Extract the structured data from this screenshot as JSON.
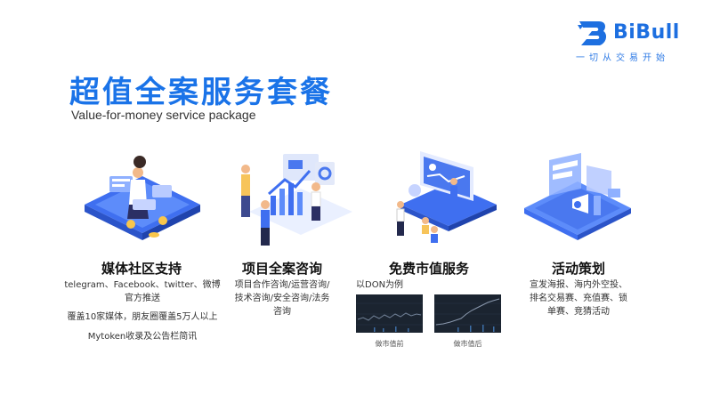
{
  "logo": {
    "name": "BiBull",
    "slogan": "一切从交易开始",
    "color": "#1d6fe0"
  },
  "title": "超值全案服务套餐",
  "subtitle": "Value-for-money service package",
  "accent_color": "#1a73e8",
  "columns": [
    {
      "title": "媒体社区支持",
      "lines": [
        "telegram、Facebook、twitter、微博",
        "官方推送",
        "覆盖10家媒体，朋友圈覆盖5万人以上",
        "Mytoken收录及公告栏简讯"
      ]
    },
    {
      "title": "项目全案咨询",
      "lines": [
        "项目合作咨询/运营咨询/",
        "技术咨询/安全咨询/法务",
        "咨询"
      ]
    },
    {
      "title": "免费市值服务",
      "lines": [
        "以DON为例"
      ],
      "charts": [
        {
          "caption": "做市值前"
        },
        {
          "caption": "做市值后"
        }
      ]
    },
    {
      "title": "活动策划",
      "lines": [
        "宣发海报、海内外空投、",
        "排名交易赛、充值赛、锁",
        "单赛、竞猜活动"
      ]
    }
  ]
}
